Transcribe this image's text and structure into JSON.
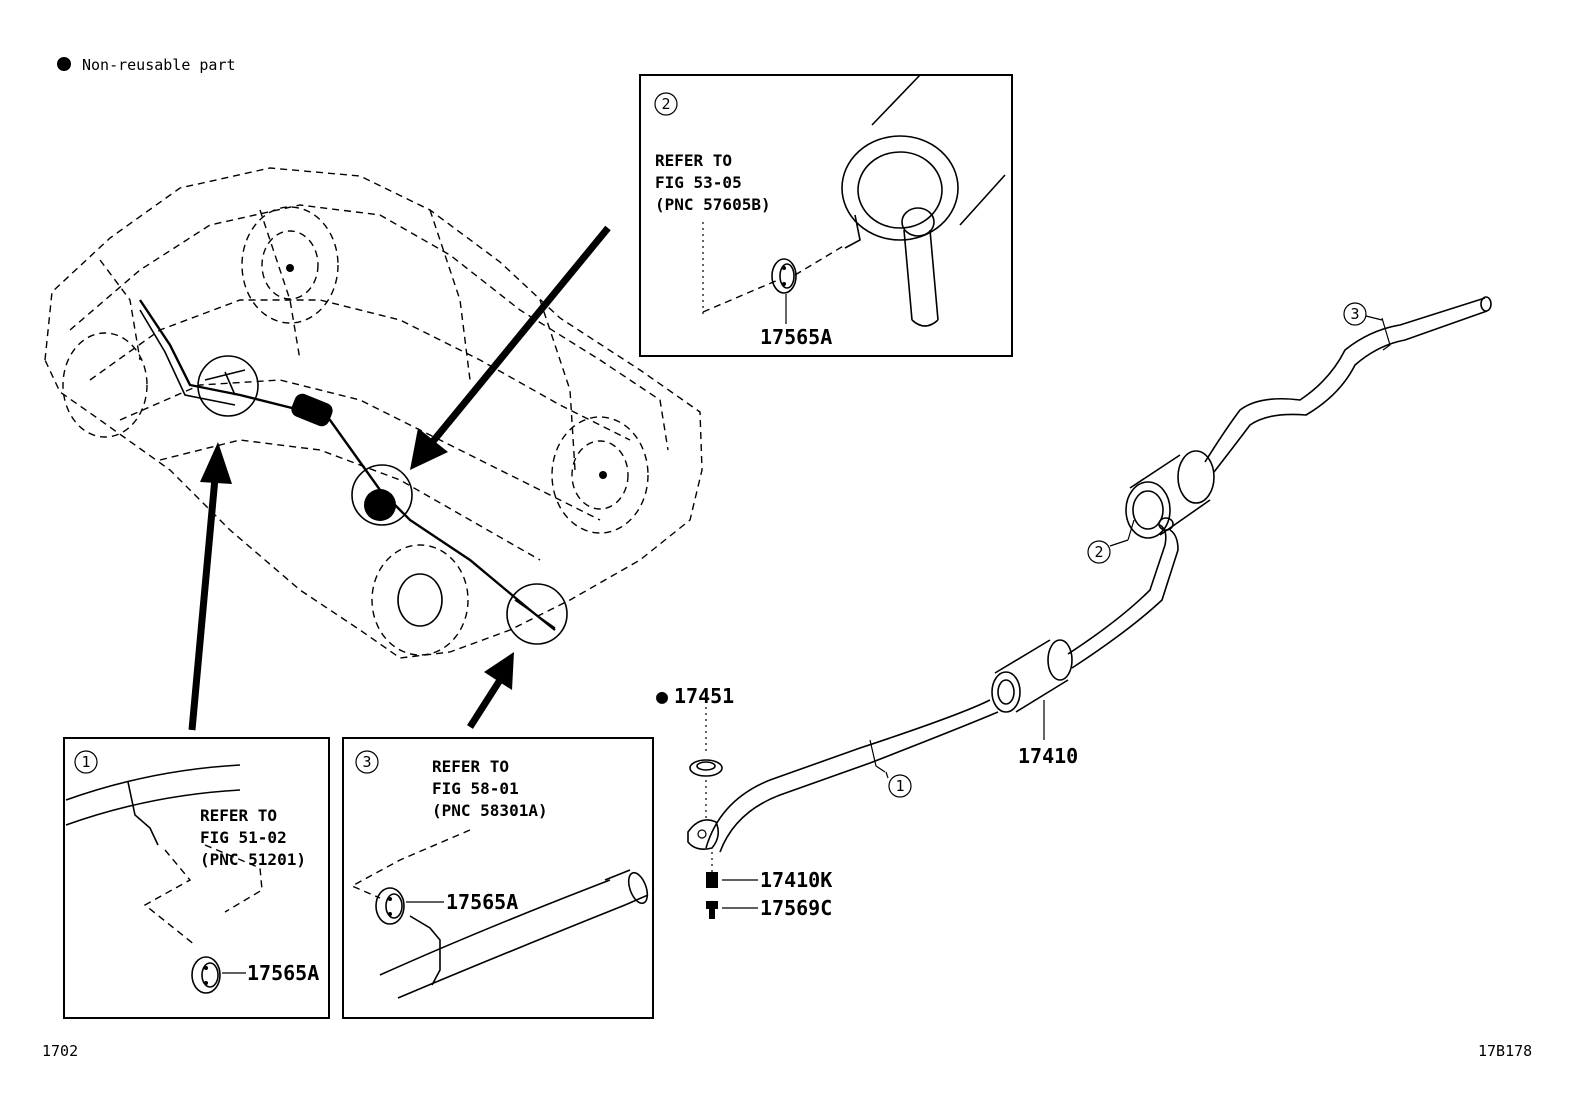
{
  "legend": {
    "marker": "●",
    "text": "Non-reusable part"
  },
  "footer": {
    "left_code": "1702",
    "right_code": "17B178"
  },
  "boxes": {
    "box2": {
      "num": "2",
      "refer": [
        "REFER TO",
        "FIG 53-05",
        "(PNC 57605B)"
      ],
      "part": "17565A"
    },
    "box1": {
      "num": "1",
      "refer": [
        "REFER TO",
        "FIG 51-02",
        "(PNC 51201)"
      ],
      "part": "17565A"
    },
    "box3": {
      "num": "3",
      "refer": [
        "REFER TO",
        "FIG 58-01",
        "(PNC 58301A)"
      ],
      "part": "17565A"
    }
  },
  "main": {
    "gasket_marker": "●",
    "gasket": "17451",
    "pipe": "17410",
    "spring": "17410K",
    "bolt": "17569C",
    "callouts": {
      "c1": "1",
      "c2": "2",
      "c3": "3"
    }
  }
}
